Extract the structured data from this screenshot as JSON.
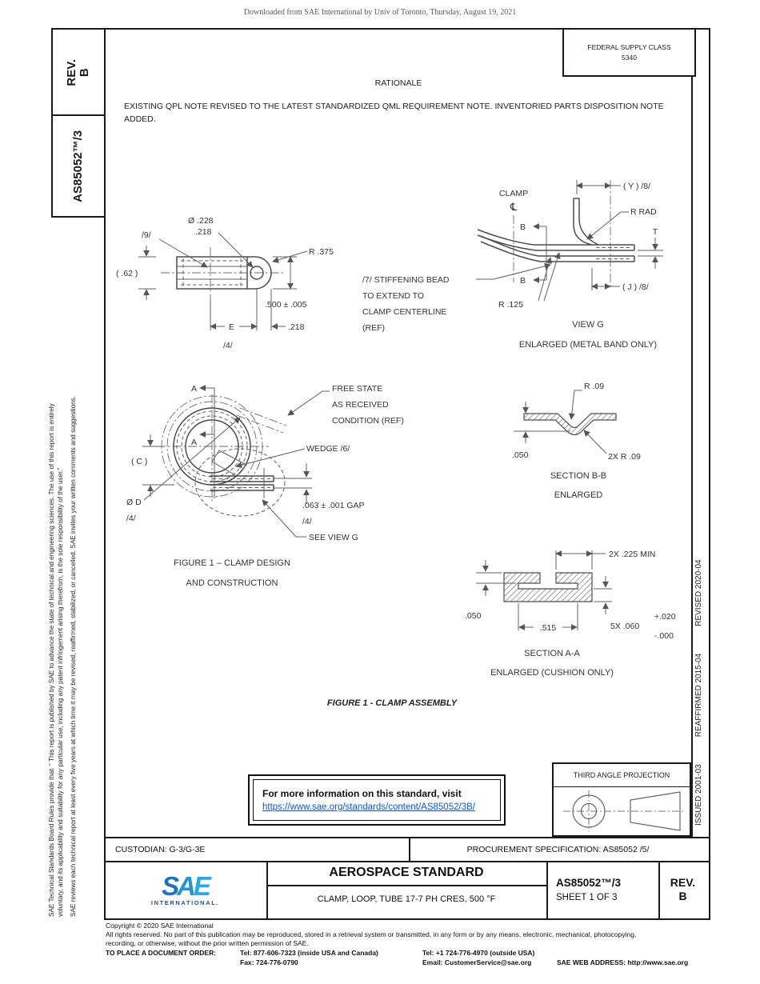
{
  "page": {
    "watermark": "Downloaded from SAE International by Univ of Toronto, Thursday, August 19, 2021"
  },
  "colors": {
    "link_blue": "#1155cc",
    "sae_logo_blue_dark": "#1c75bc",
    "sae_logo_blue_mid": "#2293d3",
    "sae_logo_blue_light": "#27aae1",
    "sae_logo_navy": "#1d4f9e"
  },
  "left_margin": {
    "rev_line1": "REV.",
    "rev_line2": "B",
    "doc_number": "AS85052™/3",
    "legal_line1": "SAE Technical Standards Board Rules provide that: “ This report is published by SAE to advance the state of technical and engineering sciences. The use of this report is entirely",
    "legal_line2": "voluntary, and its applicability and suitability for any particular use, including any patent infringement arising therefrom, is the sole responsibility of the user.”",
    "legal_line3": "SAE reviews each technical report at least every five years at which time it may be revised, reaffirmed, stabilized, or cancelled. SAE invites your written comments and suggestions."
  },
  "right_margin": {
    "issued": "ISSUED 2001-03",
    "reaffirmed": "REAFFIRMED 2015-04",
    "revised": "REVISED 2020-04"
  },
  "federal_supply": {
    "line1": "FEDERAL SUPPLY CLASS",
    "line2": "5340"
  },
  "rationale": {
    "heading": "RATIONALE",
    "body": "EXISTING QPL NOTE REVISED TO THE LATEST STANDARDIZED QML REQUIREMENT NOTE. INVENTORIED PARTS DISPOSITION NOTE ADDED."
  },
  "drawings": {
    "top_view": {
      "flag9": "/9/",
      "dia_upper": "Ø .228",
      "dia_lower": ".218",
      "radius": "R .375",
      "height": "( .62 )",
      "width_tol": ".500 ± .005",
      "dim_e": "E",
      "flag4": "/4/",
      "offset": ".218"
    },
    "view_g": {
      "clamp": "CLAMP",
      "centerline_symbol": "℄",
      "dim_y": "( Y ) /8/",
      "r_rad": "R RAD",
      "section_b1": "B",
      "section_b2": "B",
      "dim_t": "T",
      "dim_j": "( J ) /8/",
      "r125": "R .125",
      "title": "VIEW G",
      "subtitle": "ENLARGED (METAL BAND ONLY)",
      "bead_note_1": "/7/ STIFFENING BEAD",
      "bead_note_2": "TO EXTEND TO",
      "bead_note_3": "CLAMP CENTERLINE",
      "bead_note_4": "(REF)"
    },
    "loop": {
      "section_a1": "A",
      "section_a2": "A",
      "dim_c": "( C )",
      "dia_d": "Ø D",
      "flag4a": "/4/",
      "free_state_1": "FREE STATE",
      "free_state_2": "AS RECEIVED",
      "free_state_3": "CONDITION (REF)",
      "wedge": "WEDGE /6/",
      "gap": ".063 ± .001 GAP",
      "flag4b": "/4/",
      "see_view": "SEE VIEW G",
      "caption_1": "FIGURE 1 – CLAMP DESIGN",
      "caption_2": "AND CONSTRUCTION"
    },
    "section_bb": {
      "r09": "R .09",
      "thickness": ".050",
      "r09_2x": "2X R .09",
      "title": "SECTION B-B",
      "subtitle": "ENLARGED"
    },
    "section_aa": {
      "min_width": "2X .225 MIN",
      "thickness": ".050",
      "inner_width": ".515",
      "height_5x": "5X .060",
      "tol_plus": "+.020",
      "tol_minus": "-.000",
      "title": "SECTION A-A",
      "subtitle": "ENLARGED (CUSHION ONLY)"
    },
    "assembly_caption": "FIGURE 1 - CLAMP ASSEMBLY"
  },
  "info_box": {
    "text": "For more information on this standard, visit",
    "link": "https://www.sae.org/standards/content/AS85052/3B/"
  },
  "projection": {
    "title": "THIRD ANGLE PROJECTION"
  },
  "title_block": {
    "custodian": "CUSTODIAN: G-3/G-3E",
    "procurement": "PROCUREMENT SPECIFICATION: AS85052 /5/",
    "logo_text_s": "S",
    "logo_text_a": "A",
    "logo_text_e": "E",
    "logo_subtext": "INTERNATIONAL.",
    "doc_type": "AEROSPACE STANDARD",
    "title": "CLAMP, LOOP, TUBE 17-7 PH CRES, 500 °F",
    "doc_number": "AS85052™/3",
    "sheet": "SHEET 1 OF 3",
    "rev_line1": "REV.",
    "rev_line2": "B"
  },
  "footer": {
    "copyright": "Copyright © 2020 SAE International",
    "rights1": "All rights reserved. No part of this publication may be reproduced, stored in a retrieval system or transmitted, in any form or by any means, electronic, mechanical, photocopying,",
    "rights2": "recording, or otherwise, without the prior written permission of SAE.",
    "order_label": "TO PLACE A DOCUMENT ORDER:",
    "tel1": "Tel: 877-606-7323 (inside USA and Canada)",
    "tel2": "Tel: +1 724-776-4970 (outside USA)",
    "fax": "Fax: 724-776-0790",
    "email": "Email: CustomerService@sae.org",
    "web": "SAE WEB ADDRESS: http://www.sae.org"
  }
}
